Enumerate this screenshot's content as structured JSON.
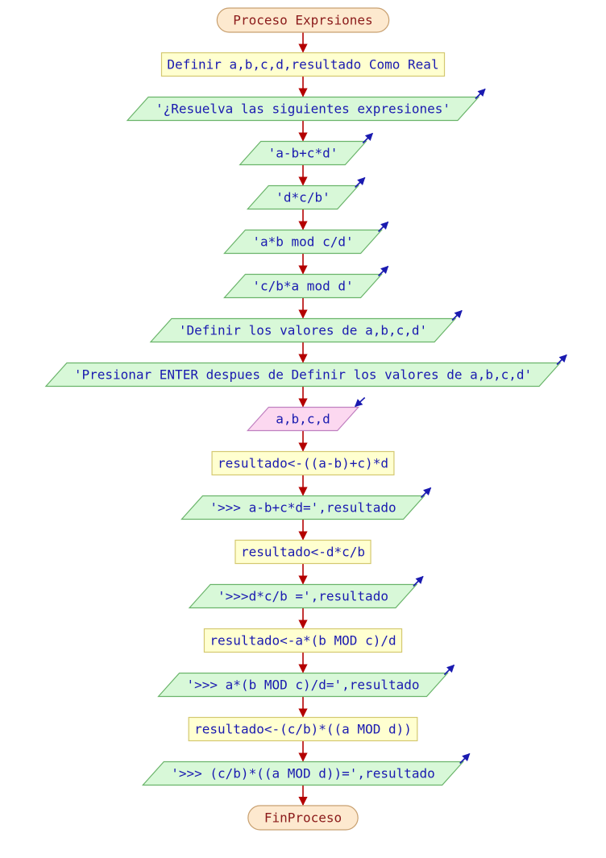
{
  "diagram": {
    "colors": {
      "terminal_fill": "#fde9cf",
      "terminal_stroke": "#c8a070",
      "terminal_text": "#8b1a1a",
      "process_fill": "#ffffd0",
      "process_stroke": "#d4c870",
      "output_fill": "#d8f8d8",
      "output_stroke": "#6ab46a",
      "input_fill": "#fcd8f0",
      "input_stroke": "#c080c0",
      "text": "#1a1ab0",
      "arrow": "#b40000",
      "io_arrow": "#1a1ab0"
    },
    "nodes": [
      {
        "id": "start",
        "type": "terminal",
        "text": "Proceso Exprsiones"
      },
      {
        "id": "define",
        "type": "process",
        "text": "Definir a,b,c,d,resultado Como Real"
      },
      {
        "id": "out-1",
        "type": "output",
        "text": "'¿Resuelva las siguientes expresiones'"
      },
      {
        "id": "out-2",
        "type": "output",
        "text": "'a-b+c*d'"
      },
      {
        "id": "out-3",
        "type": "output",
        "text": "'d*c/b'"
      },
      {
        "id": "out-4",
        "type": "output",
        "text": "'a*b mod c/d'"
      },
      {
        "id": "out-5",
        "type": "output",
        "text": "'c/b*a mod d'"
      },
      {
        "id": "out-6",
        "type": "output",
        "text": "'Definir los valores de a,b,c,d'"
      },
      {
        "id": "out-7",
        "type": "output",
        "text": "'Presionar ENTER despues de Definir los valores de a,b,c,d'"
      },
      {
        "id": "read",
        "type": "input",
        "text": "a,b,c,d"
      },
      {
        "id": "assign-1",
        "type": "process",
        "text": "resultado<-((a-b)+c)*d"
      },
      {
        "id": "out-8",
        "type": "output",
        "text": "'>>> a-b+c*d=',resultado"
      },
      {
        "id": "assign-2",
        "type": "process",
        "text": "resultado<-d*c/b"
      },
      {
        "id": "out-9",
        "type": "output",
        "text": "'>>>d*c/b =',resultado"
      },
      {
        "id": "assign-3",
        "type": "process",
        "text": "resultado<-a*(b MOD c)/d"
      },
      {
        "id": "out-10",
        "type": "output",
        "text": "'>>> a*(b MOD c)/d=',resultado"
      },
      {
        "id": "assign-4",
        "type": "process",
        "text": "resultado<-(c/b)*((a MOD d))"
      },
      {
        "id": "out-11",
        "type": "output",
        "text": "'>>> (c/b)*((a MOD d))=',resultado"
      },
      {
        "id": "end",
        "type": "terminal",
        "text": "FinProceso"
      }
    ]
  }
}
